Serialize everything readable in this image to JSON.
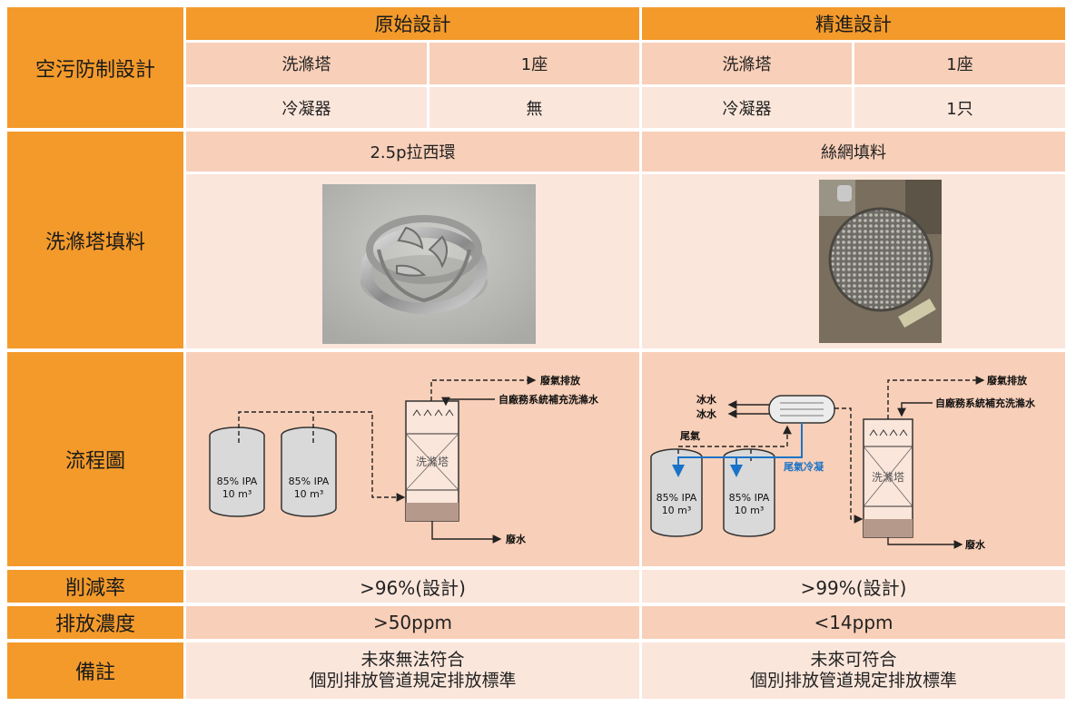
{
  "header": {
    "original": "原始設計",
    "improved": "精進設計"
  },
  "air": {
    "label": "空污防制設計",
    "rows": [
      {
        "item": "洗滌塔",
        "orig": "1座",
        "impr_item": "洗滌塔",
        "impr": "1座"
      },
      {
        "item": "冷凝器",
        "orig": "無",
        "impr_item": "冷凝器",
        "impr": "1只"
      }
    ]
  },
  "packing": {
    "label": "洗滌塔填料",
    "orig_name": "2.5p拉西環",
    "impr_name": "絲網填料"
  },
  "flow": {
    "label": "流程圖",
    "orig": {
      "exhaust": "廢氣排放",
      "makeup": "自廠務系統補充洗滌水",
      "tank1": "85% IPA",
      "tank1_vol": "10 m³",
      "tank2": "85% IPA",
      "tank2_vol": "10 m³",
      "tower": "洗滌塔",
      "waste": "廢水"
    },
    "impr": {
      "ice_in": "冰水",
      "ice_out": "冰水",
      "tail_gas": "尾氣",
      "cool": "尾氣冷凝",
      "exhaust": "廢氣排放",
      "makeup": "自廠務系統補充洗滌水",
      "tank1": "85% IPA",
      "tank1_vol": "10 m³",
      "tank2": "85% IPA",
      "tank2_vol": "10 m³",
      "tower": "洗滌塔",
      "waste": "廢水"
    }
  },
  "reduction": {
    "label": "削減率",
    "orig": ">96%(設計)",
    "impr": ">99%(設計)"
  },
  "emission": {
    "label": "排放濃度",
    "orig": ">50ppm",
    "impr": "<14ppm"
  },
  "remarks": {
    "label": "備註",
    "orig_1": "未來無法符合",
    "orig_2": "個別排放管道規定排放標準",
    "impr_1": "未來可符合",
    "impr_2": "個別排放管道規定排放標準"
  },
  "colors": {
    "orange": "#f39a2b",
    "peach_dark": "#f8cfb8",
    "peach_light": "#fbe6db",
    "blue_line": "#1a73c8"
  }
}
